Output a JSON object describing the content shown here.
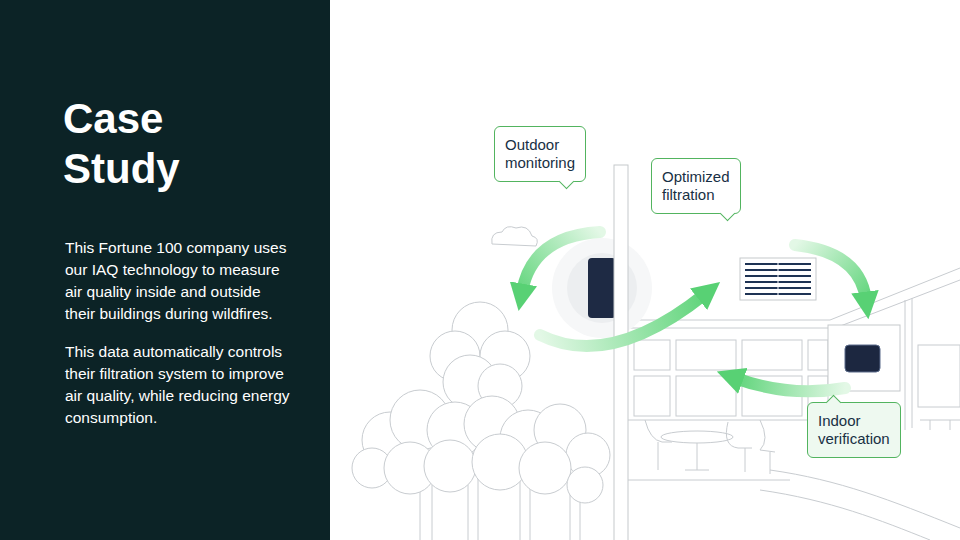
{
  "diagram": {
    "title": "Case Study",
    "nodes": [
      {
        "text": [
          "Outdoor monitoring"
        ]
      },
      {
        "text": [
          "Optimized filtration"
        ]
      },
      {
        "text": [
          "Indoor verification"
        ]
      }
    ],
    "labels": [
      "This Fortune 100 company uses our IAQ technology to measure air quality inside and outside their buildings during wildfires.",
      "This data automatically controls their filtration system to improve air quality, while reducing energy consumption."
    ]
  }
}
